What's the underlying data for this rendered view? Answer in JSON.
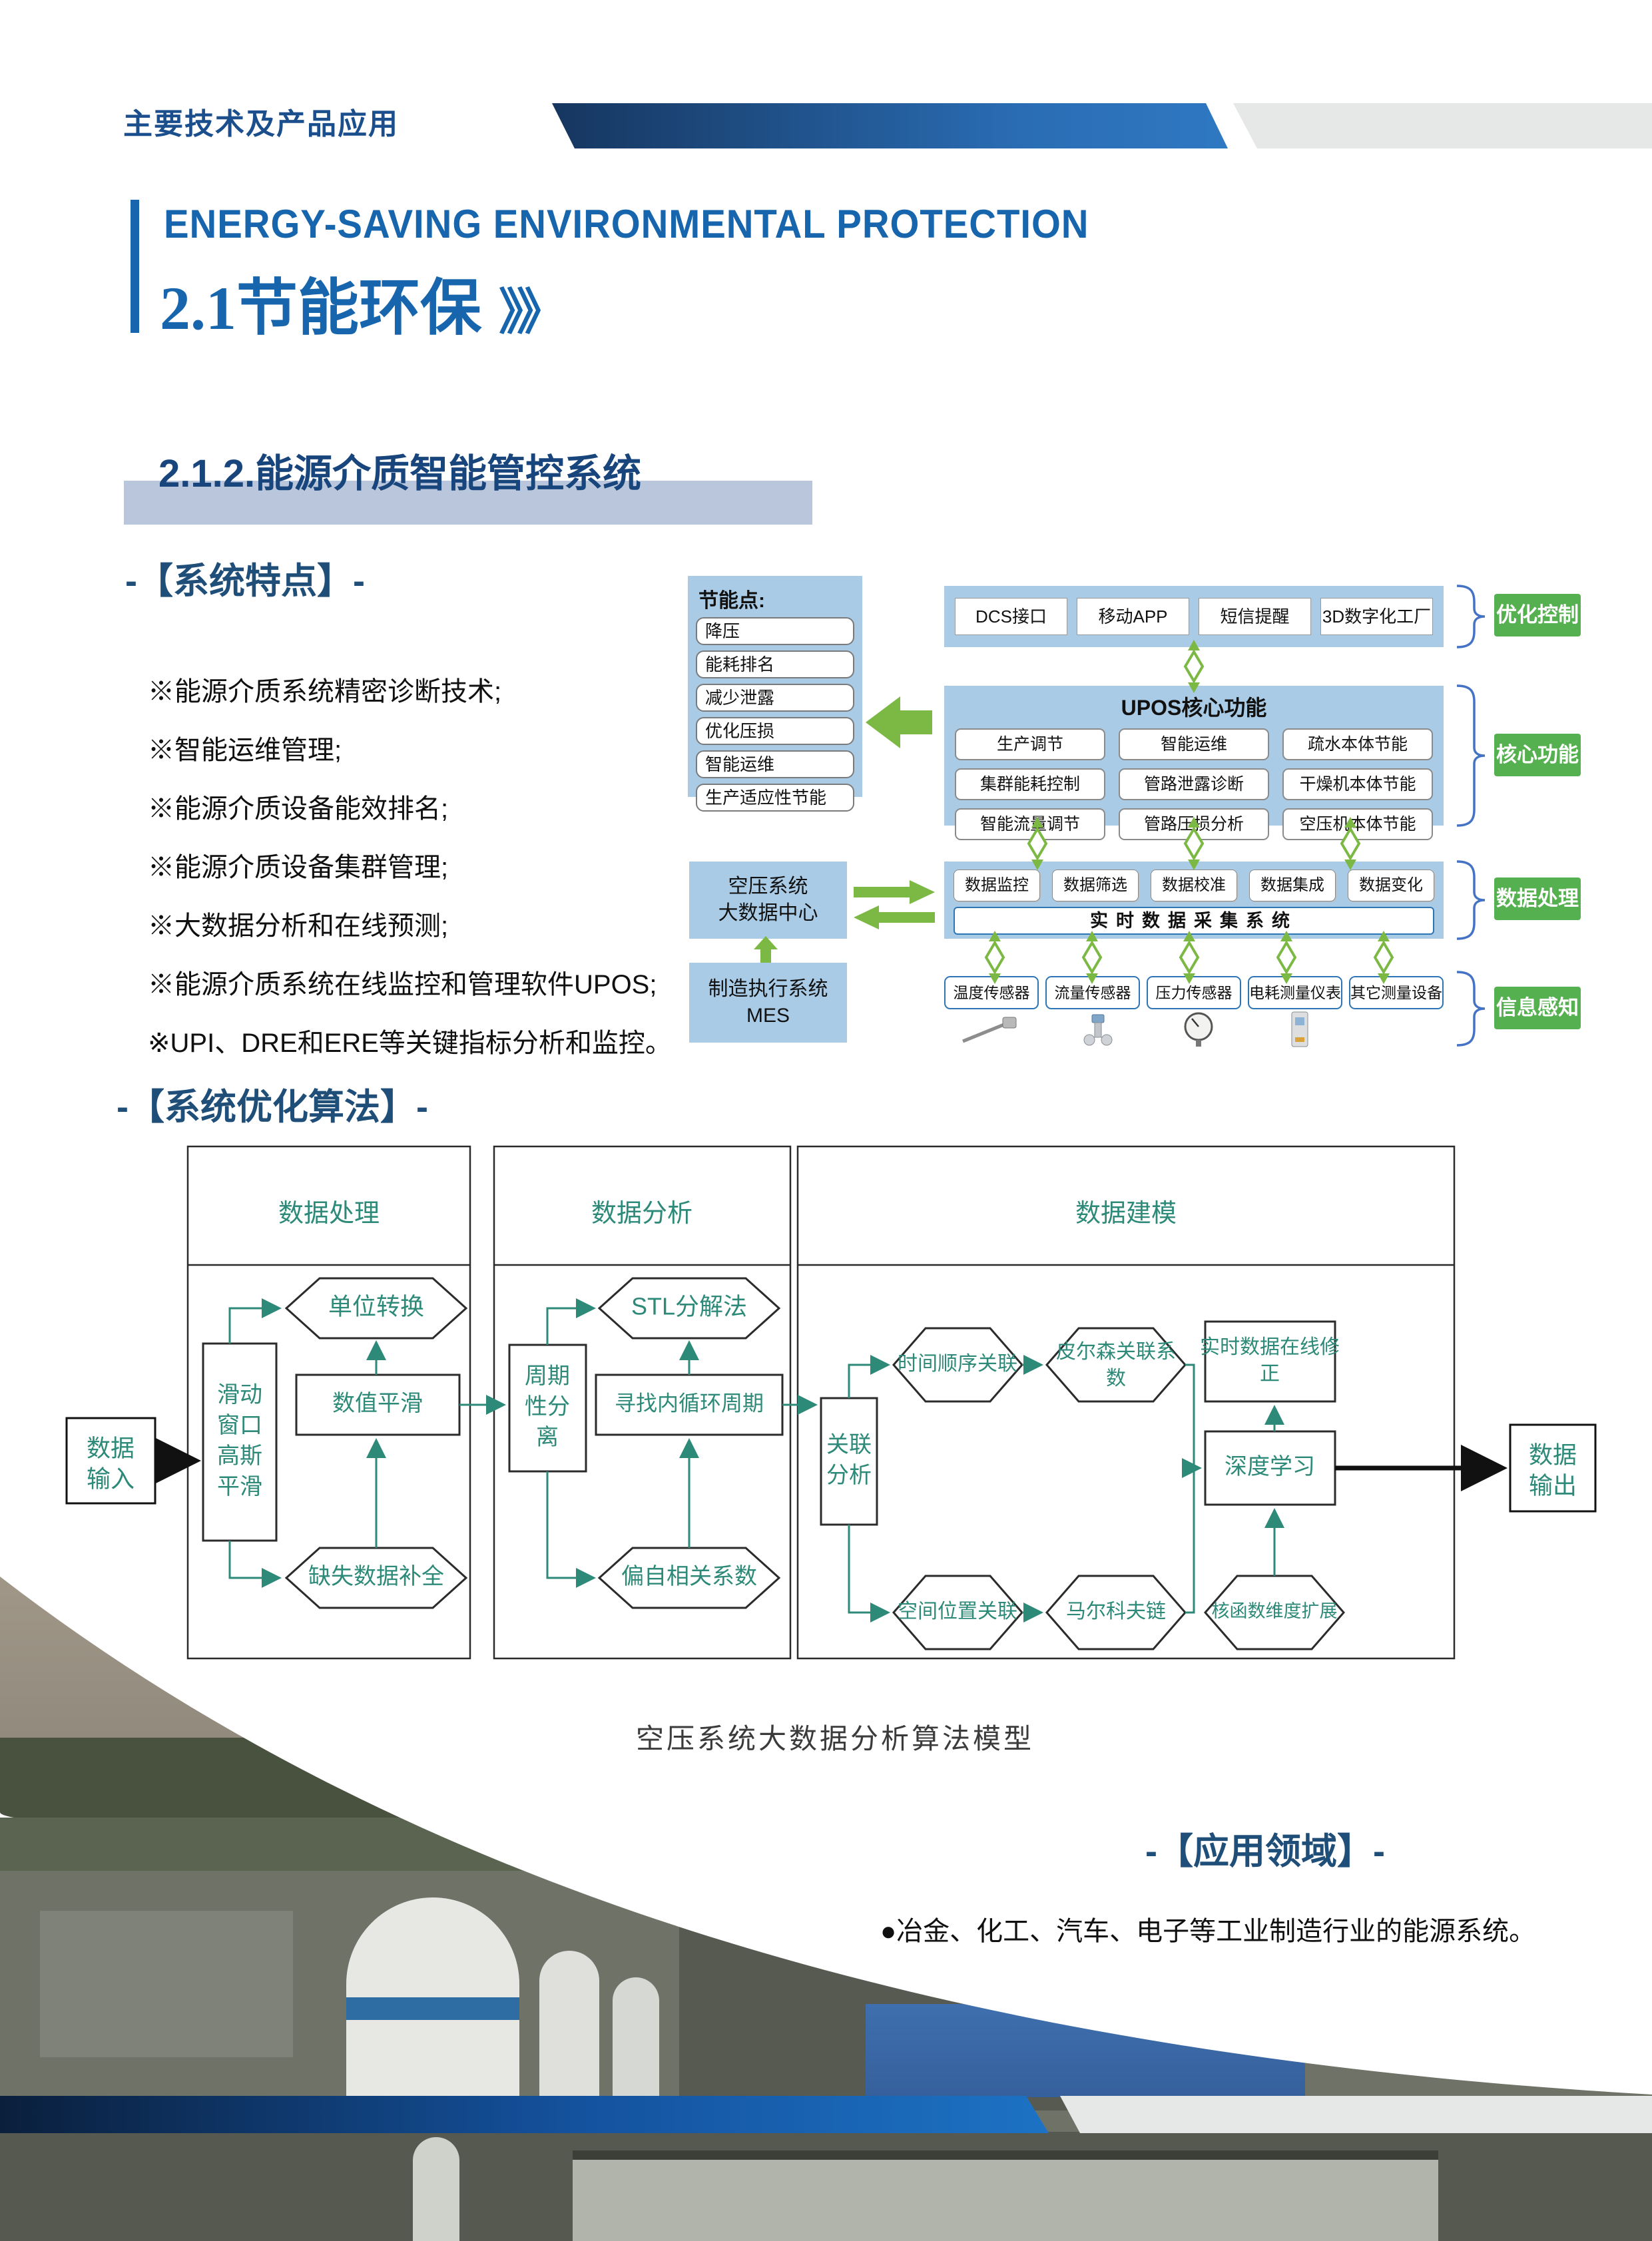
{
  "header": {
    "kicker": "主要技术及产品应用",
    "title_en": "ENERGY-SAVING ENVIRONMENTAL PROTECTION",
    "title_cn": "2.1节能环保",
    "title_arrows": "》》"
  },
  "section": {
    "number_title": "2.1.2.能源介质智能管控系统",
    "features_heading": "-【系统特点】-",
    "features": [
      "※能源介质系统精密诊断技术;",
      "※智能运维管理;",
      "※能源介质设备能效排名;",
      "※能源介质设备集群管理;",
      "※大数据分析和在线预测;",
      "※能源介质系统在线监控和管理软件UPOS;",
      "※UPI、DRE和ERE等关键指标分析和监控。"
    ]
  },
  "diagram": {
    "saving_panel": {
      "title": "节能点:",
      "items": [
        "降压",
        "能耗排名",
        "减少泄露",
        "优化压损",
        "智能运维",
        "生产适应性节能"
      ]
    },
    "top_row": [
      "DCS接口",
      "移动APP",
      "短信提醒",
      "3D数字化工厂"
    ],
    "upos": {
      "title": "UPOS核心功能",
      "cells": [
        "生产调节",
        "智能运维",
        "疏水本体节能",
        "集群能耗控制",
        "管路泄露诊断",
        "干燥机本体节能",
        "智能流量调节",
        "管路压损分析",
        "空压机本体节能"
      ]
    },
    "data_center": {
      "l1": "空压系统",
      "l2": "大数据中心"
    },
    "data_row": [
      "数据监控",
      "数据筛选",
      "数据校准",
      "数据集成",
      "数据变化"
    ],
    "realtime_bar": "实时数据采集系统",
    "mes": {
      "l1": "制造执行系统",
      "l2": "MES"
    },
    "sensors": [
      "温度传感器",
      "流量传感器",
      "压力传感器",
      "电耗测量仪表",
      "其它测量设备"
    ],
    "side_labels": [
      "优化控制",
      "核心功能",
      "数据处理",
      "信息感知"
    ],
    "colors": {
      "panel_blue": "#a9cbe6",
      "green": "#7cb944",
      "label_green": "#55b04f",
      "brace_blue": "#4472c4",
      "sensor_border": "#2e75b6"
    }
  },
  "algorithm": {
    "heading": "-【系统优化算法】-",
    "caption": "空压系统大数据分析算法模型",
    "panels": {
      "p1": "数据处理",
      "p2": "数据分析",
      "p3": "数据建模"
    },
    "io": {
      "in1": "数据",
      "in2": "输入",
      "out1": "数据",
      "out2": "输出"
    },
    "p1": {
      "s1": "滑动",
      "s2": "窗口",
      "s3": "高斯",
      "s4": "平滑",
      "unit": "单位转换",
      "smooth": "数值平滑",
      "missing": "缺失数据补全"
    },
    "p2": {
      "c1": "周期",
      "c2": "性分",
      "c3": "离",
      "stl": "STL分解法",
      "inner": "寻找内循环周期",
      "pacf": "偏自相关系数"
    },
    "p3": {
      "a1": "关联",
      "a2": "分析",
      "time": "时间顺序关联",
      "pe1": "皮尔森关联系",
      "pe2": "数",
      "rt1": "实时数据在线修",
      "rt2": "正",
      "deep": "深度学习",
      "spatial": "空间位置关联",
      "markov": "马尔科夫链",
      "kernel": "核函数维度扩展"
    }
  },
  "application": {
    "heading": "-【应用领域】-",
    "bullet": "●冶金、化工、汽车、电子等工业制造行业的能源系统。"
  }
}
